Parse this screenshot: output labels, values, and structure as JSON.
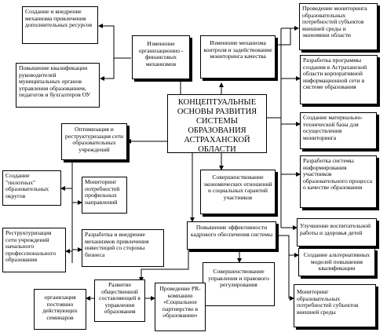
{
  "diagram": {
    "center": "КОНЦЕПТУАЛЬНЫЕ ОСНОВЫ РАЗВИТИЯ СИСТЕМЫ ОБРАЗОВАНИЯ АСТРАХАНСКОЙ ОБЛАСТИ",
    "nodes": {
      "create_mechanisms": "Создание и внедрение механизма привлечения дополнительных ресурсов",
      "change_org_fin": "Изменение организационно - финансовых механизмов",
      "change_control": "Изменение механизма контроля и задействование мониторинга качества",
      "monitoring_needs": "Проведение мониторинга образовательных потребностей субъектов внешней среды и экономики области",
      "qualification": "Повышение квалификации руководителей муниципальных органов управления образованием, педагогов и бухгалтеров ОУ",
      "program_network": "Разработка программы создания в Астраханской области корпоративной информационной сети в системе образования",
      "material_base": "Создание материально-технической базы для осуществления мониторинга",
      "optimization": "Оптимизация и реструктуризация сети образовательных учреждений",
      "info_system": "Разработка системы информирования участников образовательного процесса о качестве образования",
      "econ_relations": "Совершенствование экономических отношений и социальных гарантий участников",
      "pilot_districts": "Создание \"пилотных\" образовательных округов",
      "monitoring_profile": "Мониторинг потребностей профильных направлений",
      "efficiency": "Повышение эффективности кадрового обеспечения системы",
      "upbringing": "Улучшение воспитательной работы и здоровья детей",
      "restructuring": "Реструктуризация сети учреждений начального профессионального образования",
      "business_invest": "Разработка и внедрение механизмов привлечения инвестиций со стороны бизнеса",
      "alt_models": "Создание альтернативных моделей повышения квалификации",
      "mgmt_legal": "Совершенствование управления и правового регулирования",
      "public_component": "Развитие общественной составляющей в управлении образования",
      "seminars": "организация постоянно действующих семинаров",
      "pr_campaign": "Проведение PR-компании «Социальное партнерство в образовании»",
      "monitoring_external": "Мониторинг образовательных потребностей субъектов внешней среды"
    }
  }
}
